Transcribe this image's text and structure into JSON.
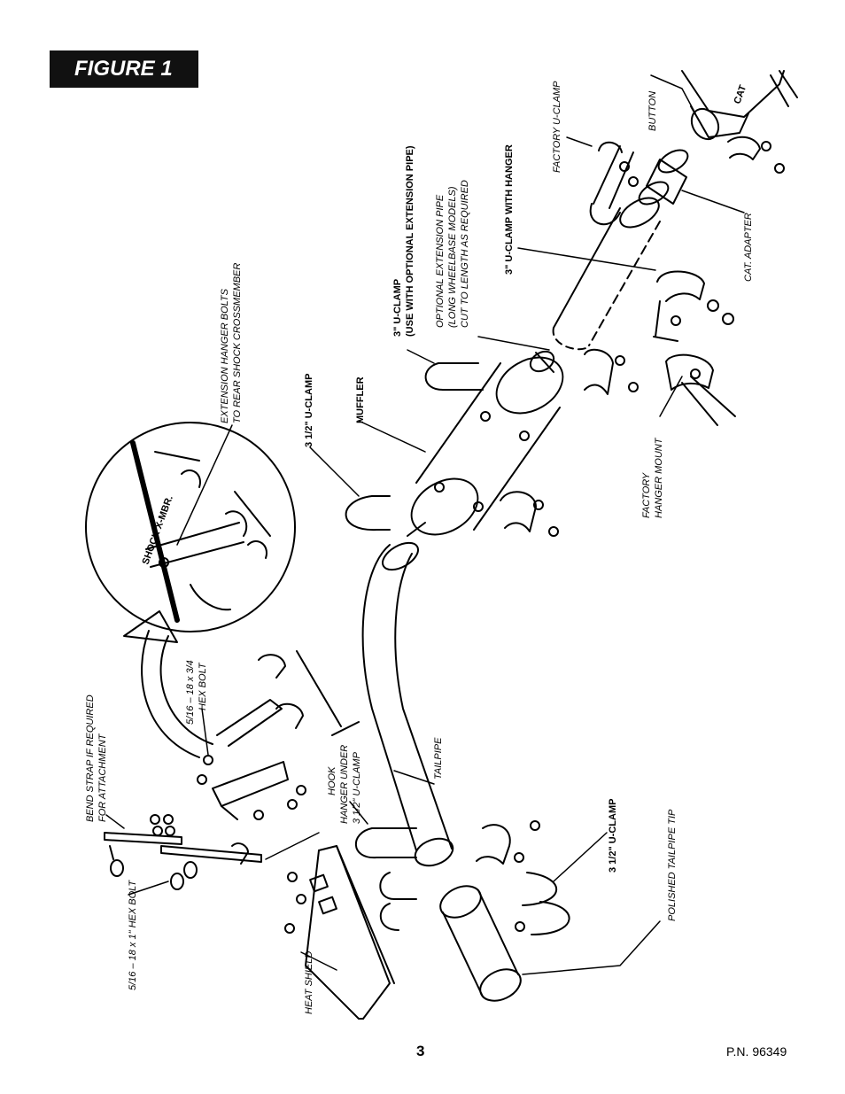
{
  "figure_title": "FIGURE 1",
  "labels": {
    "cat": "CAT",
    "button": "BUTTON",
    "factory_u_clamp": "FACTORY U-CLAMP",
    "cat_adapter": "CAT. ADAPTER",
    "u_clamp_with_hanger": "3\" U-CLAMP WITH HANGER",
    "optional_ext_1": "OPTIONAL EXTENSION PIPE",
    "optional_ext_2": "(LONG WHEELBASE MODELS)",
    "optional_ext_3": "CUT TO LENGTH AS REQUIRED",
    "u_clamp_3_1": "3\" U-CLAMP",
    "u_clamp_3_2": "(USE WITH OPTIONAL EXTENSION PIPE)",
    "factory_hanger_1": "FACTORY",
    "factory_hanger_2": "HANGER MOUNT",
    "muffler": "MUFFLER",
    "u_clamp_312_top": "3 1/2\" U-CLAMP",
    "ext_hanger_1": "EXTENSION HANGER BOLTS",
    "ext_hanger_2": "TO REAR SHOCK CROSSMEMBER",
    "shock_xmbr": "SHOCK X-MBR.",
    "hex_bolt_34_1": "5/16 – 18 x 3/4",
    "hex_bolt_34_2": "HEX BOLT",
    "bend_strap_1": "BEND STRAP IF REQUIRED",
    "bend_strap_2": "FOR ATTACHMENT",
    "hex_bolt_1": "5/16 – 18 x 1\" HEX BOLT",
    "hook_hanger_1": "HOOK",
    "hook_hanger_2": "HANGER UNDER",
    "hook_hanger_3": "3 1/2\" U-CLAMP",
    "tailpipe": "TAILPIPE",
    "u_clamp_312_low": "3 1/2\" U-CLAMP",
    "polished_tip": "POLISHED TAILPIPE TIP",
    "heat_shield": "HEAT SHIELD"
  },
  "footer": {
    "page_number": "3",
    "part_number": "P.N. 96349"
  }
}
